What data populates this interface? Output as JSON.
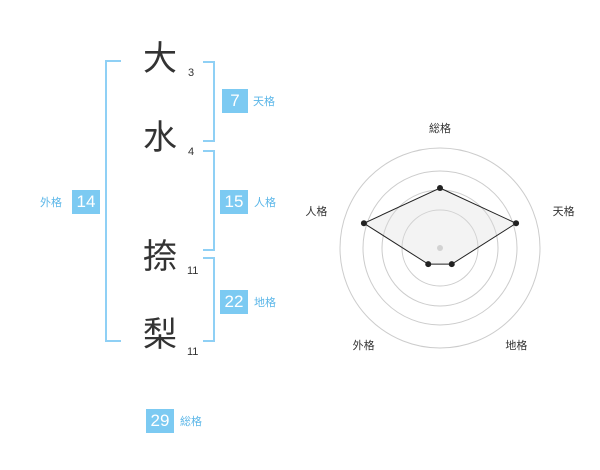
{
  "name_chars": [
    {
      "char": "大",
      "strokes": "3"
    },
    {
      "char": "水",
      "strokes": "4"
    },
    {
      "char": "捺",
      "strokes": "11"
    },
    {
      "char": "梨",
      "strokes": "11"
    }
  ],
  "kaku": {
    "tenkaku": {
      "value": "7",
      "label": "天格"
    },
    "jinkaku": {
      "value": "15",
      "label": "人格"
    },
    "chikaku": {
      "value": "22",
      "label": "地格"
    },
    "gaikaku": {
      "value": "14",
      "label": "外格"
    },
    "soukaku": {
      "value": "29",
      "label": "総格"
    }
  },
  "colors": {
    "accent": "#7ccaf2",
    "bracket": "#8fd0f5",
    "text": "#333333",
    "label": "#5ab6e8"
  },
  "chart_data": {
    "type": "radar",
    "axes": [
      "総格",
      "天格",
      "地格",
      "外格",
      "人格"
    ],
    "values": [
      3,
      4,
      1,
      1,
      4
    ],
    "range": [
      0,
      5
    ],
    "rings": 4
  }
}
